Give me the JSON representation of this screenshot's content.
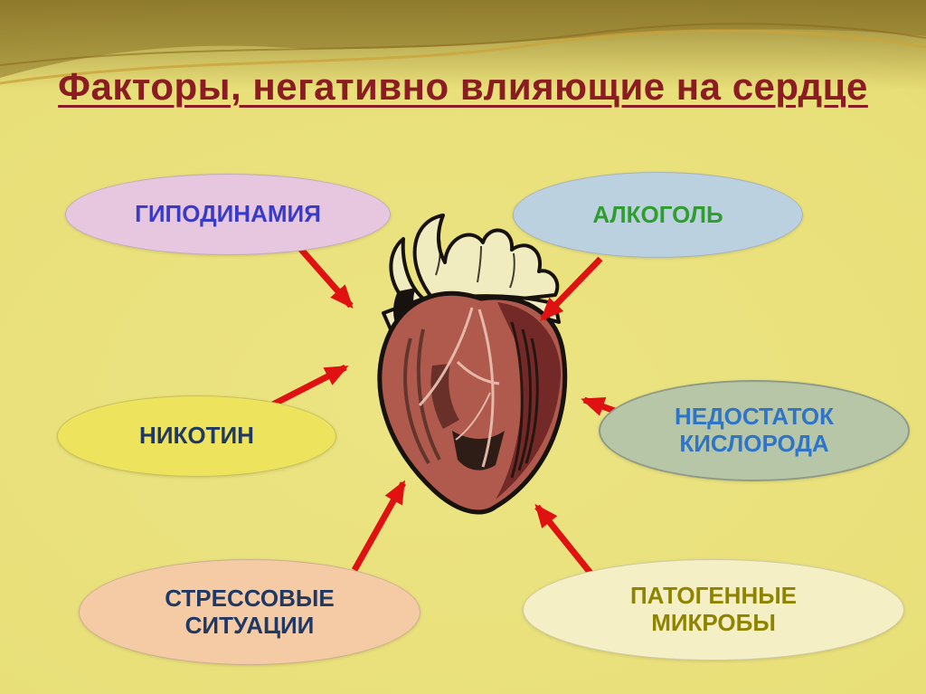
{
  "slide": {
    "title": "Факторы, негативно влияющие на сердце",
    "title_color": "#8b1c22",
    "background": {
      "top_band": "#8a7426",
      "main": "#e9e07b",
      "edge": "#a68c34"
    }
  },
  "heart": {
    "description": "anatomical-heart-illustration",
    "body_color": "#b05a4d",
    "vessel_color": "#f1ecbf",
    "shading_color": "#6d2323",
    "outline_color": "#17120e"
  },
  "arrow_color": "#e01111",
  "factors": [
    {
      "label": "ГИПОДИНАМИЯ",
      "fill": "#e7c7df",
      "text_color": "#3a3ac8"
    },
    {
      "label": "АЛКОГОЛЬ",
      "fill": "#bcd1e0",
      "text_color": "#2f9e2f"
    },
    {
      "label": "НИКОТИН",
      "fill": "#ede35c",
      "text_color": "#203864"
    },
    {
      "label": "НЕДОСТАТОК КИСЛОРОДА",
      "fill": "#b8c6a8",
      "text_color": "#2e75c8"
    },
    {
      "label": "СТРЕССОВЫЕ СИТУАЦИИ",
      "fill": "#f4cba4",
      "text_color": "#203864"
    },
    {
      "label": "ПАТОГЕННЫЕ МИКРОБЫ",
      "fill": "#f5efc6",
      "text_color": "#8f8400"
    }
  ]
}
